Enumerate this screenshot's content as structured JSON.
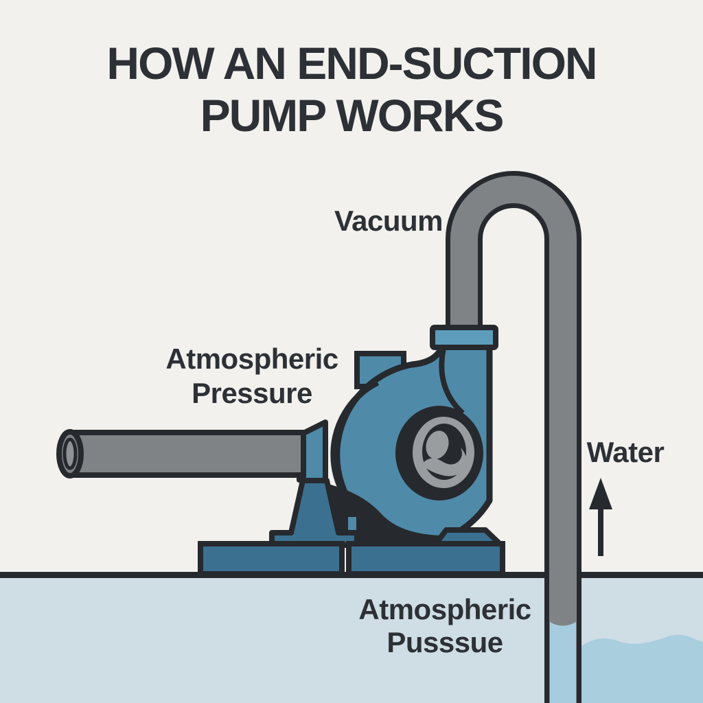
{
  "title": {
    "line1": "HOW AN END-SUCTION",
    "line2": "PUMP WORKS"
  },
  "labels": {
    "vacuum": "Vacuum",
    "suction_side": {
      "line1": "Atmospheric",
      "line2": "Pressure"
    },
    "water": "Water",
    "water_source": {
      "line1": "Atmospheric",
      "line2": "Pusssue"
    }
  },
  "colors": {
    "background": "#f2f1ee",
    "outline": "#26292d",
    "text": "#2d3035",
    "pipe_gray": "#808386",
    "pipe_inner_gray": "#909396",
    "pump_blue": "#4f8aa9",
    "pump_blue_dark": "#3b7090",
    "flange_blue": "#5d9cbb",
    "impeller_gray": "#9a9da0",
    "ground": "#cfdde4",
    "water": "#a9cede",
    "water_in_pipe": "#a6ccde"
  }
}
